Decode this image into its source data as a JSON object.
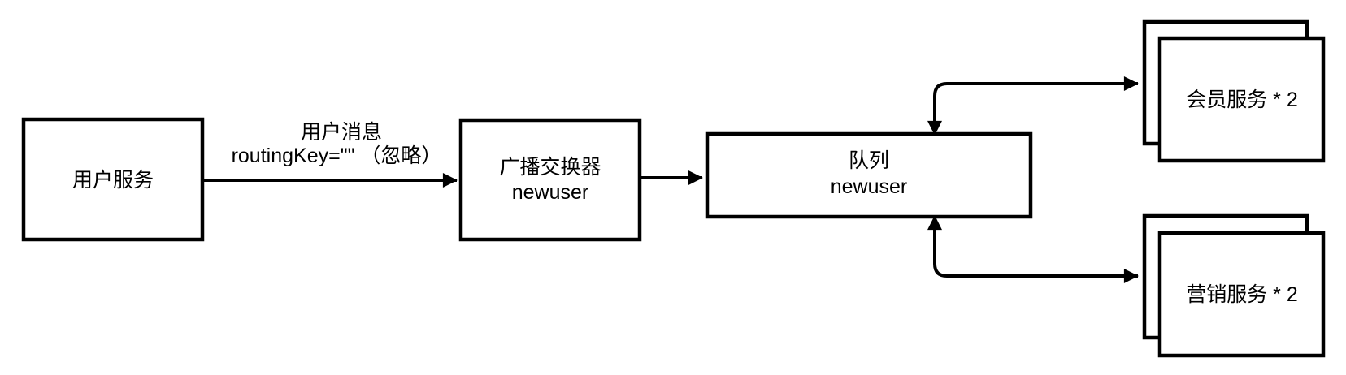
{
  "diagram": {
    "type": "flow-diagram",
    "colors": {
      "background": "#ffffff",
      "line": "#000000",
      "node_fill": "#ffffff",
      "text": "#000000"
    },
    "nodes": {
      "user_service": {
        "shape": "rectangle",
        "label": "用户服务"
      },
      "fanout_exchange": {
        "shape": "rectangle",
        "line1": "广播交换器",
        "line2": "newuser"
      },
      "queue": {
        "shape": "rectangle",
        "line1": "队列",
        "line2": "newuser"
      },
      "member_service": {
        "shape": "stacked-rectangle",
        "label": "会员服务 * 2"
      },
      "marketing_service": {
        "shape": "stacked-rectangle",
        "label": "营销服务 * 2"
      }
    },
    "edges": {
      "user_to_exchange": {
        "from": "user_service",
        "to": "fanout_exchange",
        "arrow": "single",
        "label_line1": "用户消息",
        "label_line2": "routingKey=\"\" （忽略）"
      },
      "exchange_to_queue": {
        "from": "fanout_exchange",
        "to": "queue",
        "arrow": "single"
      },
      "queue_to_member": {
        "from": "queue",
        "to": "member_service",
        "arrow": "double"
      },
      "queue_to_marketing": {
        "from": "queue",
        "to": "marketing_service",
        "arrow": "double"
      }
    }
  }
}
